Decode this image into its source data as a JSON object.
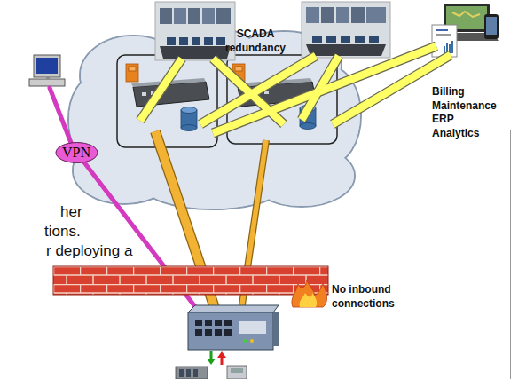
{
  "diagram": {
    "nodes": [
      {
        "text": [
          "VPN"
        ]
      }
    ],
    "labels": [
      "SCADA redundancy",
      "Billing Maintenance ERP Analytics",
      "No inbound connections",
      "her",
      "tions.",
      "r deploying a"
    ]
  }
}
